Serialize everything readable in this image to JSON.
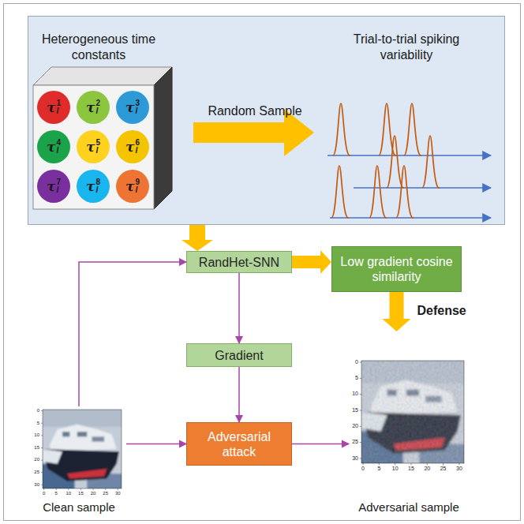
{
  "diagram": {
    "nodes": [
      {
        "text": [
          "Heterogeneous time constants",
          "Trial-to-trial spiking variability"
        ]
      },
      {
        "text": [
          "τ",
          "l",
          "1"
        ],
        "in": 0
      },
      {
        "text": [
          "τ",
          "l",
          "2"
        ],
        "in": 0
      },
      {
        "text": [
          "τ",
          "l",
          "3"
        ],
        "in": 0
      },
      {
        "text": [
          "τ",
          "l",
          "4"
        ],
        "in": 0
      },
      {
        "text": [
          "τ",
          "l",
          "5"
        ],
        "in": 0
      },
      {
        "text": [
          "τ",
          "l",
          "6"
        ],
        "in": 0
      },
      {
        "text": [
          "τ",
          "l",
          "7"
        ],
        "in": 0
      },
      {
        "text": [
          "τ",
          "l",
          "8"
        ],
        "in": 0
      },
      {
        "text": [
          "τ",
          "l",
          "9"
        ],
        "in": 0
      },
      {
        "text": [
          "RandHet-SNN"
        ]
      },
      {
        "text": [
          "Low gradient cosine similarity"
        ]
      },
      {
        "text": [
          "Gradient"
        ]
      },
      {
        "text": [
          "Adversarial attack"
        ]
      },
      {
        "text": [
          "Clean sample"
        ]
      },
      {
        "text": [
          "Adversarial sample"
        ]
      }
    ],
    "edges": [
      {
        "from": 0,
        "to": 10,
        "arrow": "to"
      },
      {
        "from": 10,
        "to": 11,
        "arrow": "to"
      },
      {
        "from": 11,
        "to": 15,
        "arrow": "to",
        "label": "Defense"
      },
      {
        "from": 10,
        "to": 12,
        "arrow": "to"
      },
      {
        "from": 12,
        "to": 13,
        "arrow": "to"
      },
      {
        "from": 14,
        "to": 13,
        "arrow": "to"
      },
      {
        "from": 13,
        "to": 15,
        "arrow": "to"
      },
      {
        "from": 14,
        "to": 10,
        "arrow": "to"
      }
    ],
    "labels": [
      "Random Sample",
      "0",
      "5",
      "10",
      "15",
      "20",
      "25",
      "30",
      "0",
      "5",
      "10",
      "15",
      "20",
      "25",
      "30",
      "0",
      "5",
      "10",
      "15",
      "20",
      "25",
      "30",
      "0",
      "5",
      "10",
      "15",
      "20",
      "25",
      "30"
    ]
  }
}
